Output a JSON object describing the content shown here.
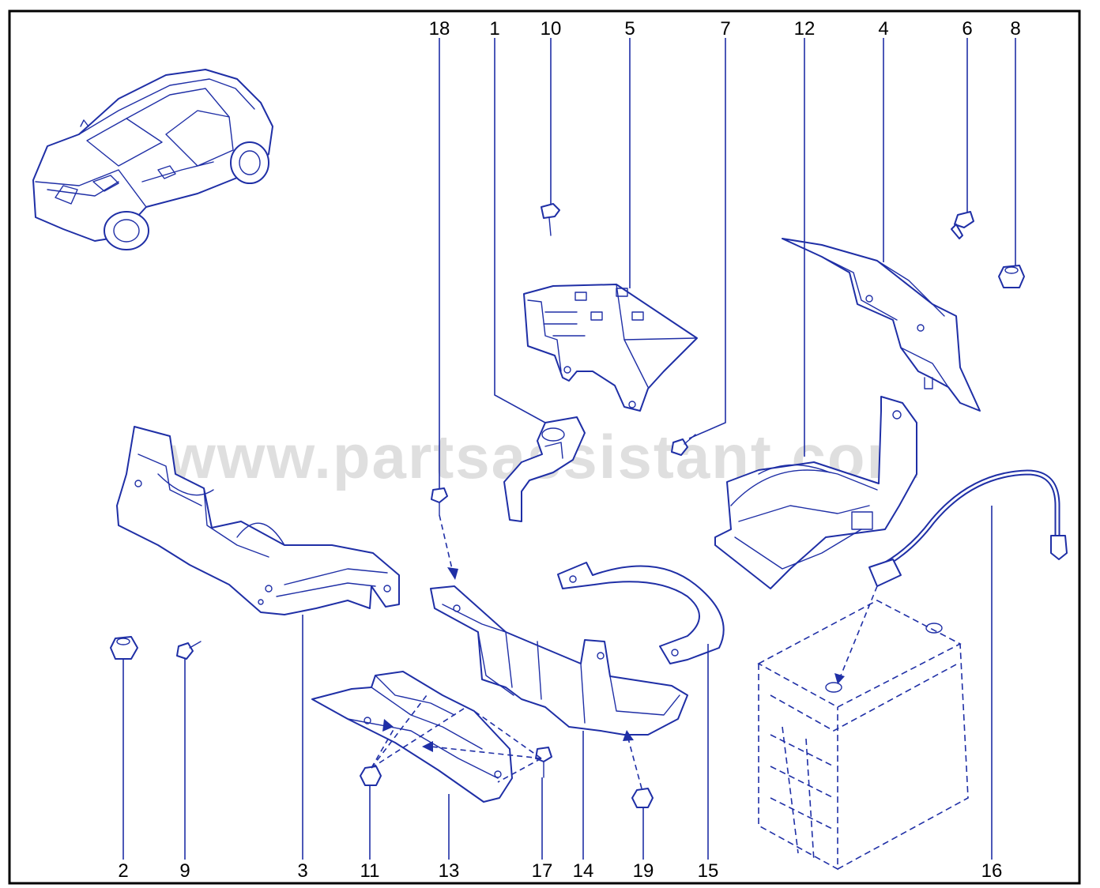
{
  "diagram": {
    "watermark": "www.partsassistant.com",
    "accent_color": "#1f2fa6",
    "callouts": [
      {
        "id": "c18",
        "label": "18"
      },
      {
        "id": "c1",
        "label": "1"
      },
      {
        "id": "c10",
        "label": "10"
      },
      {
        "id": "c5",
        "label": "5"
      },
      {
        "id": "c7",
        "label": "7"
      },
      {
        "id": "c12",
        "label": "12"
      },
      {
        "id": "c4",
        "label": "4"
      },
      {
        "id": "c6",
        "label": "6"
      },
      {
        "id": "c8",
        "label": "8"
      },
      {
        "id": "c2",
        "label": "2"
      },
      {
        "id": "c9",
        "label": "9"
      },
      {
        "id": "c3",
        "label": "3"
      },
      {
        "id": "c11",
        "label": "11"
      },
      {
        "id": "c13",
        "label": "13"
      },
      {
        "id": "c17",
        "label": "17"
      },
      {
        "id": "c14",
        "label": "14"
      },
      {
        "id": "c19",
        "label": "19"
      },
      {
        "id": "c15",
        "label": "15"
      },
      {
        "id": "c16",
        "label": "16"
      }
    ]
  }
}
